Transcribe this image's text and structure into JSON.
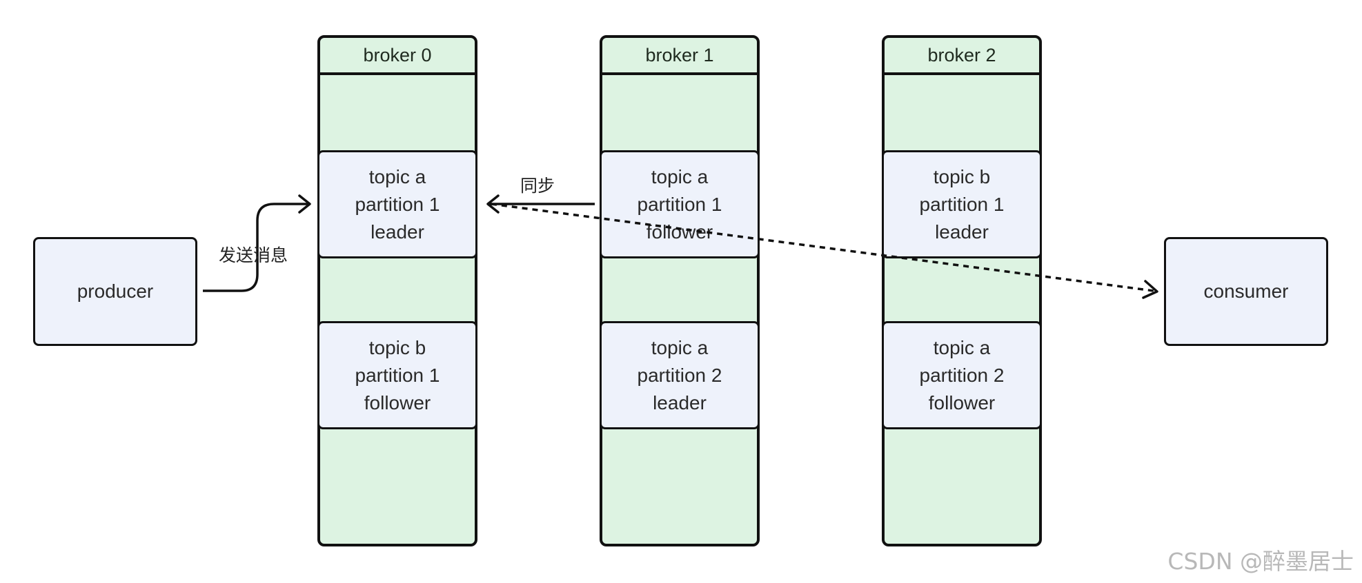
{
  "brokers": [
    {
      "title": "broker 0",
      "partitions": [
        {
          "line1": "topic a",
          "line2": "partition 1",
          "line3": "leader"
        },
        {
          "line1": "topic b",
          "line2": "partition 1",
          "line3": "follower"
        }
      ]
    },
    {
      "title": "broker 1",
      "partitions": [
        {
          "line1": "topic a",
          "line2": "partition 1",
          "line3": "follower"
        },
        {
          "line1": "topic a",
          "line2": "partition 2",
          "line3": "leader"
        }
      ]
    },
    {
      "title": "broker 2",
      "partitions": [
        {
          "line1": "topic b",
          "line2": "partition 1",
          "line3": "leader"
        },
        {
          "line1": "topic a",
          "line2": "partition 2",
          "line3": "follower"
        }
      ]
    }
  ],
  "producer": {
    "label": "producer"
  },
  "consumer": {
    "label": "consumer"
  },
  "edges": {
    "send_label": "发送消息",
    "sync_label": "同步"
  },
  "watermark": "CSDN @醉墨居士",
  "colors": {
    "broker_fill": "#ddf3e2",
    "box_fill": "#eef2fb",
    "stroke": "#111111"
  }
}
